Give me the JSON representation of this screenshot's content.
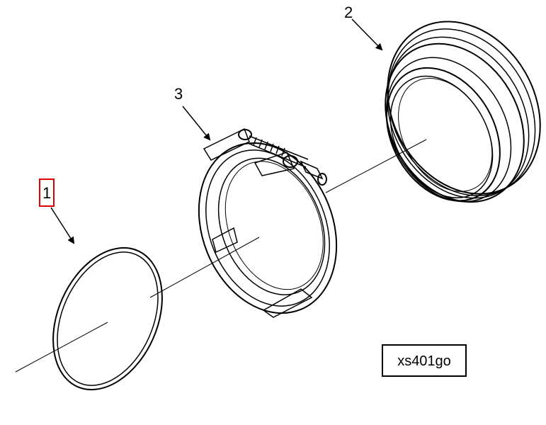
{
  "callouts": [
    {
      "id": "1",
      "label": "1",
      "highlighted": true
    },
    {
      "id": "2",
      "label": "2",
      "highlighted": false
    },
    {
      "id": "3",
      "label": "3",
      "highlighted": false
    }
  ],
  "parts": [
    {
      "callout": "1",
      "icon": "o-ring-seal-icon"
    },
    {
      "callout": "2",
      "icon": "flange-adapter-icon"
    },
    {
      "callout": "3",
      "icon": "v-band-clamp-icon"
    }
  ],
  "code_box": {
    "text": "xs401go"
  },
  "colors": {
    "line": "#000000",
    "highlight": "#e00000",
    "background": "#ffffff"
  }
}
